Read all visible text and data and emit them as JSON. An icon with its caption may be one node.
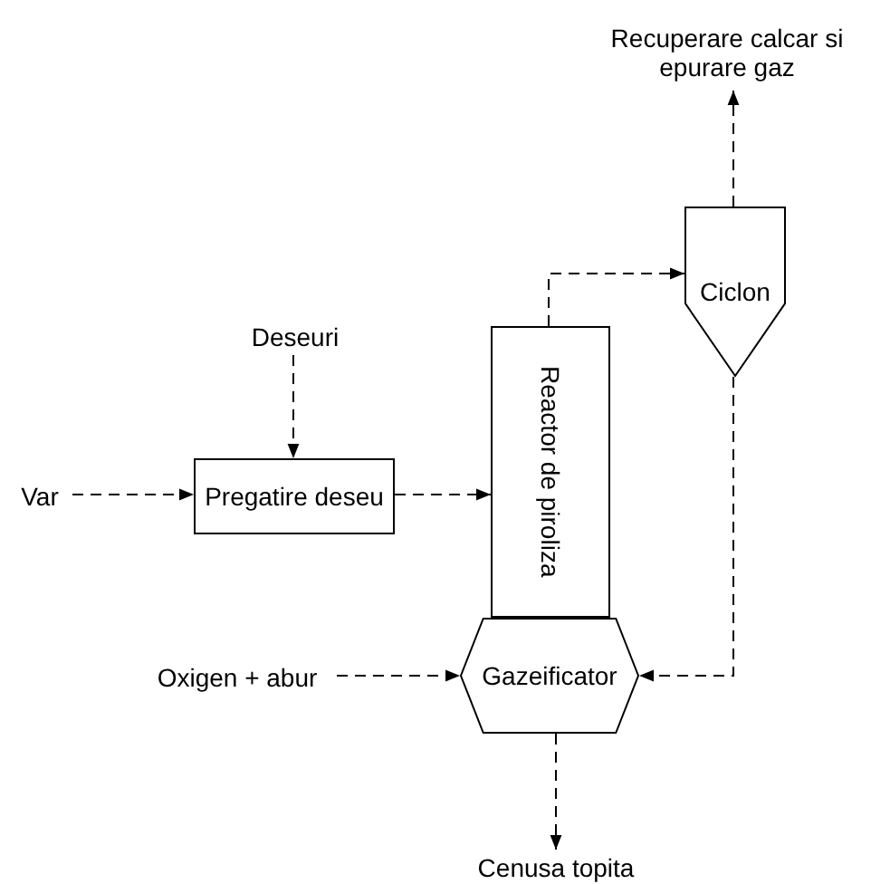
{
  "diagram": {
    "nodes": [
      {
        "text": [
          "Recuperare calcar si epurare gaz"
        ]
      },
      {
        "text": [
          "Ciclon"
        ]
      },
      {
        "text": [
          "Deseuri"
        ]
      },
      {
        "text": [
          "Reactor de piroliza"
        ]
      },
      {
        "text": [
          "Var"
        ]
      },
      {
        "text": [
          "Pregatire deseu"
        ]
      },
      {
        "text": [
          "Oxigen + abur"
        ]
      },
      {
        "text": [
          "Gazeificator"
        ]
      },
      {
        "text": [
          "Cenusa topita"
        ]
      }
    ],
    "edges": [
      {
        "from": 4,
        "to": 5,
        "arrow": "to",
        "style": "dashed"
      },
      {
        "from": 2,
        "to": 5,
        "arrow": "to",
        "style": "dashed"
      },
      {
        "from": 5,
        "to": 3,
        "arrow": "to",
        "style": "dashed"
      },
      {
        "from": 3,
        "to": 1,
        "arrow": "to",
        "style": "dashed"
      },
      {
        "from": 1,
        "to": 0,
        "arrow": "to",
        "style": "dashed"
      },
      {
        "from": 1,
        "to": 7,
        "arrow": "to",
        "style": "dashed"
      },
      {
        "from": 6,
        "to": 7,
        "arrow": "to",
        "style": "dashed"
      },
      {
        "from": 7,
        "to": 8,
        "arrow": "to",
        "style": "dashed"
      }
    ]
  }
}
